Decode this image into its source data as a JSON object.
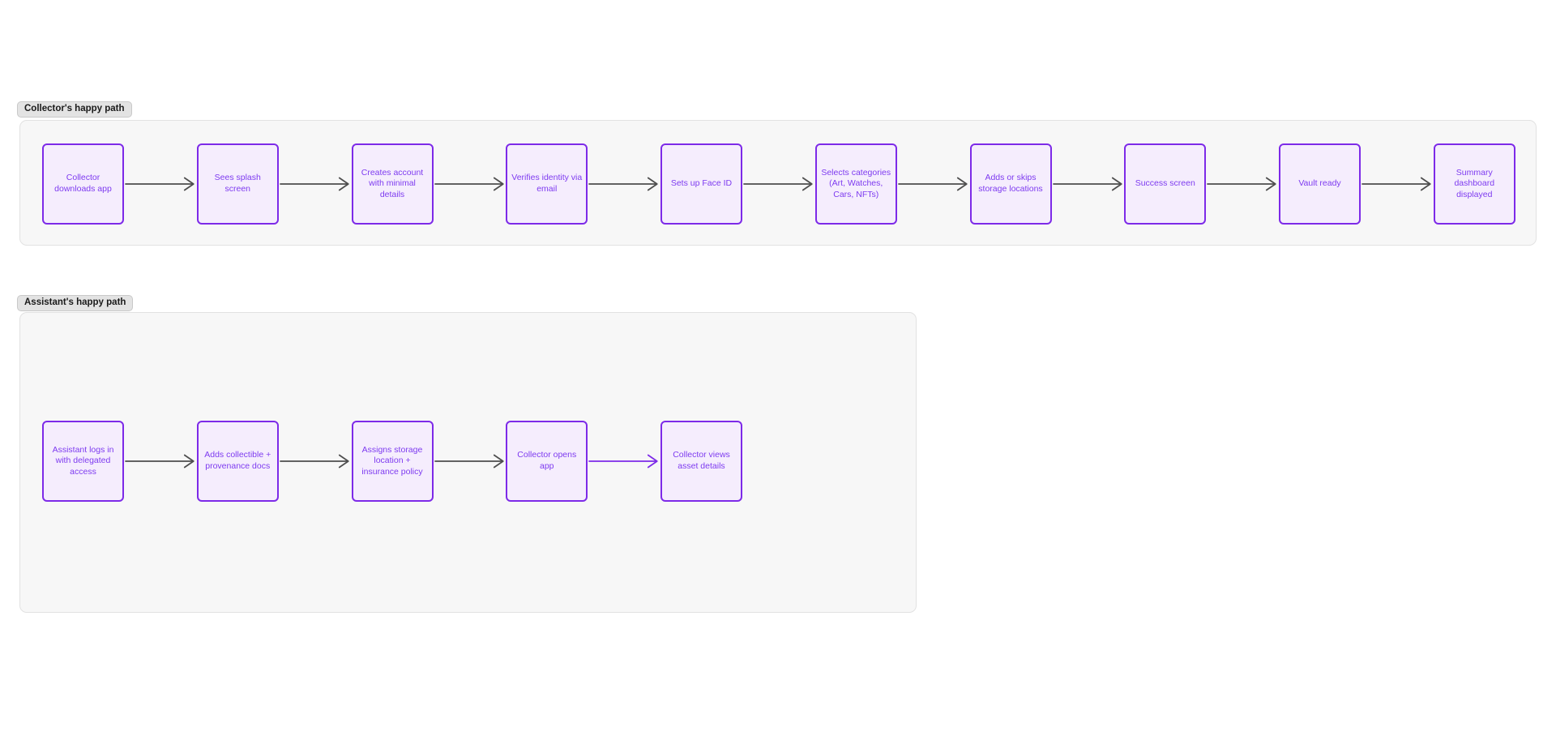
{
  "colors": {
    "page_background": "#ffffff",
    "lane_fill": "#f7f7f7",
    "lane_border": "#e2e2e2",
    "label_pill_fill": "#e3e3e3",
    "label_pill_border": "#c9c9c9",
    "label_pill_text": "#1a1a1a",
    "node_fill": "#f5edfd",
    "node_border": "#7d2ae8",
    "node_text": "#7e3bf0",
    "arrow_default": "#4e4e4e",
    "arrow_highlight": "#7d2ae8"
  },
  "diagram": {
    "sections": [
      {
        "label": "Collector's happy path",
        "nodes": [
          "Collector\ndownloads app",
          "Sees splash\nscreen",
          "Creates account\nwith minimal\ndetails",
          "Verifies identity via\nemail",
          "Sets up Face ID",
          "Selects categories\n(Art, Watches,\nCars, NFTs)",
          "Adds or skips\nstorage locations",
          "Success screen",
          "Vault ready",
          "Summary\ndashboard\ndisplayed"
        ],
        "arrows": [
          "default",
          "default",
          "default",
          "default",
          "default",
          "default",
          "default",
          "default",
          "default"
        ]
      },
      {
        "label": "Assistant's happy path",
        "nodes": [
          "Assistant logs in\nwith delegated\naccess",
          "Adds collectible +\nprovenance docs",
          "Assigns storage\nlocation +\ninsurance policy",
          "Collector opens\napp",
          "Collector views\nasset details"
        ],
        "arrows": [
          "default",
          "default",
          "default",
          "highlight"
        ]
      }
    ]
  }
}
